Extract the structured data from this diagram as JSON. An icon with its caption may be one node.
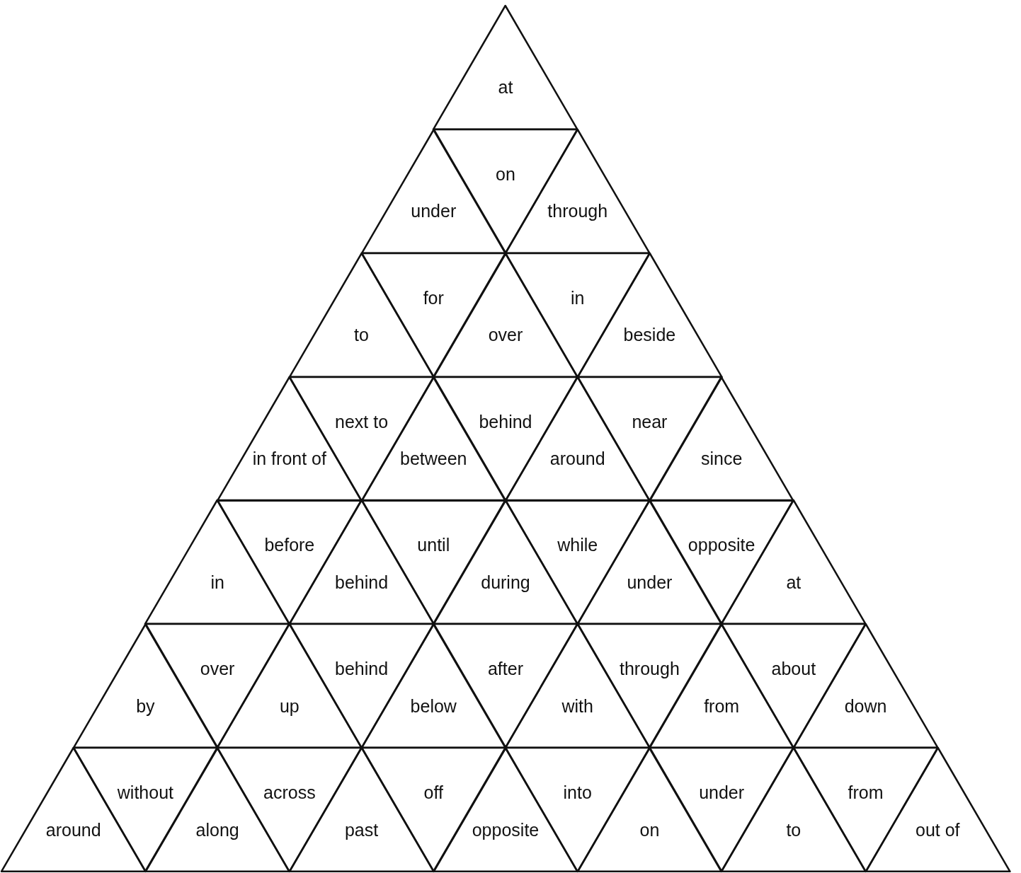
{
  "diagram": {
    "nodes": [
      {
        "text": [
          "at"
        ]
      },
      {
        "text": [
          "under"
        ]
      },
      {
        "text": [
          "on"
        ]
      },
      {
        "text": [
          "through"
        ]
      },
      {
        "text": [
          "to"
        ]
      },
      {
        "text": [
          "for"
        ]
      },
      {
        "text": [
          "over"
        ]
      },
      {
        "text": [
          "in"
        ]
      },
      {
        "text": [
          "beside"
        ]
      },
      {
        "text": [
          "in front of"
        ]
      },
      {
        "text": [
          "next to"
        ]
      },
      {
        "text": [
          "between"
        ]
      },
      {
        "text": [
          "behind"
        ]
      },
      {
        "text": [
          "around"
        ]
      },
      {
        "text": [
          "near"
        ]
      },
      {
        "text": [
          "since"
        ]
      },
      {
        "text": [
          "in"
        ]
      },
      {
        "text": [
          "before"
        ]
      },
      {
        "text": [
          "behind"
        ]
      },
      {
        "text": [
          "until"
        ]
      },
      {
        "text": [
          "during"
        ]
      },
      {
        "text": [
          "while"
        ]
      },
      {
        "text": [
          "under"
        ]
      },
      {
        "text": [
          "opposite"
        ]
      },
      {
        "text": [
          "at"
        ]
      },
      {
        "text": [
          "by"
        ]
      },
      {
        "text": [
          "over"
        ]
      },
      {
        "text": [
          "up"
        ]
      },
      {
        "text": [
          "behind"
        ]
      },
      {
        "text": [
          "below"
        ]
      },
      {
        "text": [
          "after"
        ]
      },
      {
        "text": [
          "with"
        ]
      },
      {
        "text": [
          "through"
        ]
      },
      {
        "text": [
          "from"
        ]
      },
      {
        "text": [
          "about"
        ]
      },
      {
        "text": [
          "down"
        ]
      },
      {
        "text": [
          "around"
        ]
      },
      {
        "text": [
          "without"
        ]
      },
      {
        "text": [
          "along"
        ]
      },
      {
        "text": [
          "across"
        ]
      },
      {
        "text": [
          "past"
        ]
      },
      {
        "text": [
          "off"
        ]
      },
      {
        "text": [
          "opposite"
        ]
      },
      {
        "text": [
          "into"
        ]
      },
      {
        "text": [
          "on"
        ]
      },
      {
        "text": [
          "under"
        ]
      },
      {
        "text": [
          "to"
        ]
      },
      {
        "text": [
          "from"
        ]
      },
      {
        "text": [
          "out of"
        ]
      }
    ]
  }
}
